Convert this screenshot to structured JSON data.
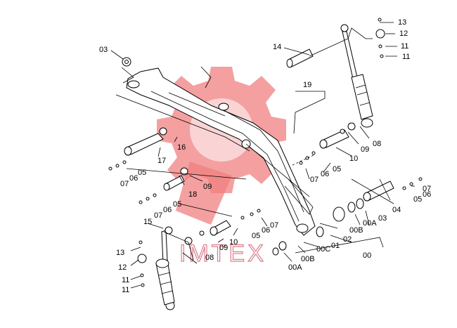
{
  "watermark": {
    "text": "IMTEX",
    "color": "#f08080"
  },
  "labels": {
    "l00": "00",
    "l00A_a": "00A",
    "l00A_b": "00A",
    "l00B_a": "00B",
    "l00B_b": "00B",
    "l00C": "00C",
    "l01": "01",
    "l02": "02",
    "l03a": "03",
    "l03b": "03",
    "l04": "04",
    "l05a": "05",
    "l05b": "05",
    "l05c": "05",
    "l05d": "05",
    "l05e": "05",
    "l06a": "06",
    "l06b": "06",
    "l06c": "06",
    "l06d": "06",
    "l06e": "06",
    "l07a": "07",
    "l07b": "07",
    "l07c": "07",
    "l07d": "07",
    "l07e": "07",
    "l08a": "08",
    "l08b": "08",
    "l09a": "09",
    "l09b": "09",
    "l09c": "09",
    "l10a": "10",
    "l10b": "10",
    "l11a": "11",
    "l11b": "11",
    "l11c": "11",
    "l11d": "11",
    "l12a": "12",
    "l12b": "12",
    "l13a": "13",
    "l13b": "13",
    "l14": "14",
    "l15": "15",
    "l16": "16",
    "l17": "17",
    "l18": "18",
    "l19": "19"
  }
}
